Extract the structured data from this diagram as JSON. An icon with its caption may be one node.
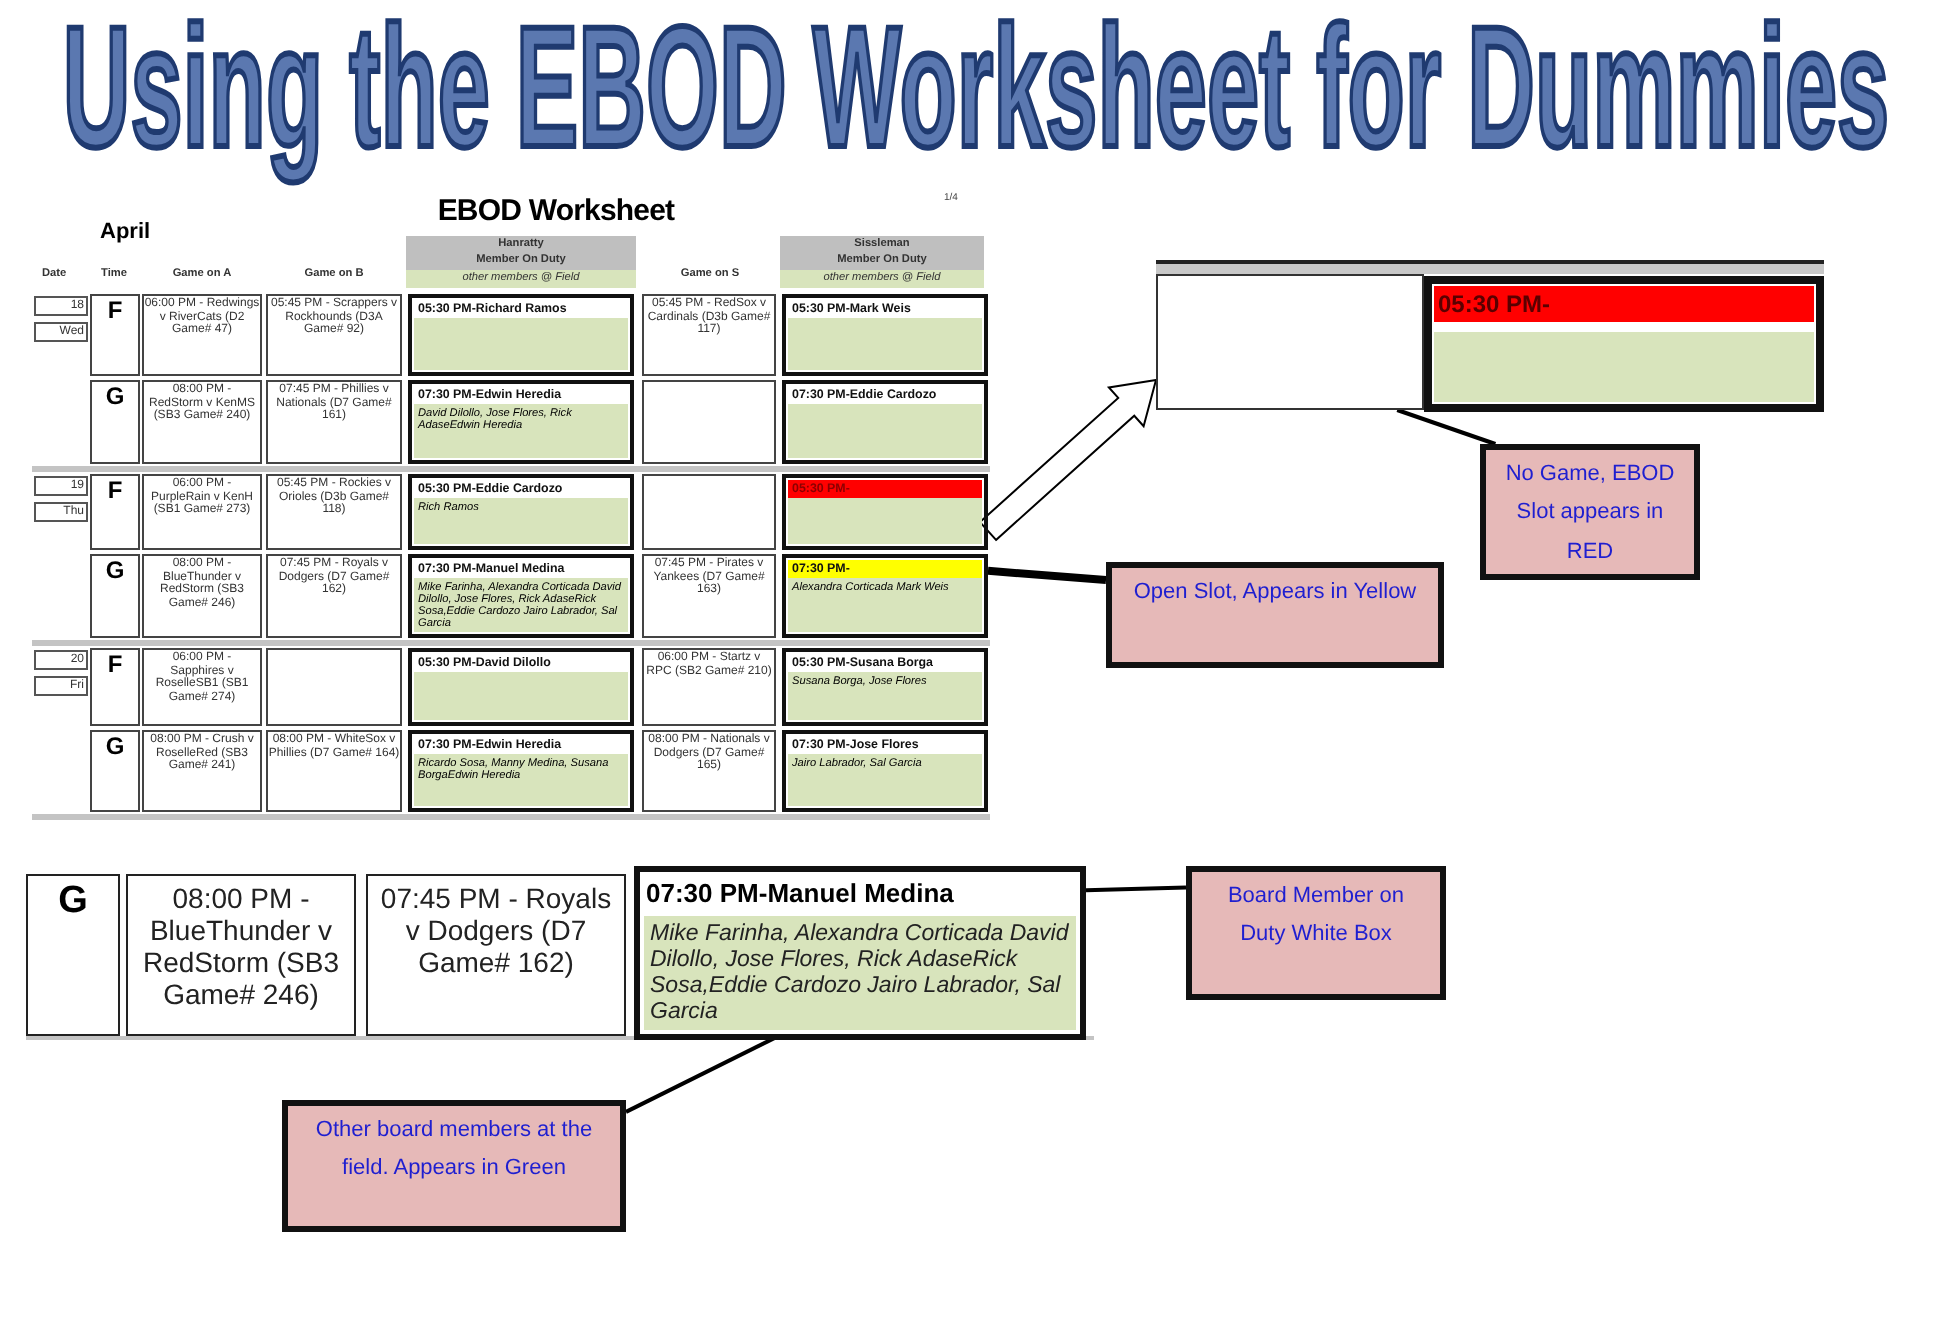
{
  "diagram": {
    "title": "Using the EBOD Worksheet for Dummies",
    "nodes": [
      {
        "text": [
          "05:30 PM-Richard Ramos"
        ]
      },
      {
        "text": [
          "05:30 PM-Mark Weis"
        ]
      },
      {
        "text": [
          "07:30 PM-Edwin Heredia",
          "David Dilollo, Jose Flores, Rick AdaseEdwin Heredia"
        ]
      },
      {
        "text": [
          "07:30 PM-Eddie Cardozo"
        ]
      },
      {
        "text": [
          "05:30 PM-Eddie Cardozo",
          "Rich Ramos"
        ]
      },
      {
        "text": [
          "05:30 PM-"
        ]
      },
      {
        "text": [
          "07:30 PM-Manuel Medina",
          "Mike Farinha, Alexandra Corticada David Dilollo, Jose Flores, Rick AdaseRick Sosa,Eddie Cardozo Jairo Labrador, Sal Garcia"
        ]
      },
      {
        "text": [
          "07:30 PM-",
          "Alexandra Corticada Mark Weis"
        ]
      },
      {
        "text": [
          "05:30 PM-David Dilollo"
        ]
      },
      {
        "text": [
          "05:30 PM-Susana Borga",
          "Susana Borga, Jose Flores"
        ]
      },
      {
        "text": [
          "07:30 PM-Edwin Heredia",
          "Ricardo Sosa, Manny Medina, Susana BorgaEdwin Heredia"
        ]
      },
      {
        "text": [
          "07:30 PM-Jose Flores",
          "Jairo Labrador, Sal Garcia"
        ]
      },
      {
        "text": [],
        "shape": "box"
      },
      {
        "text": [
          "05:30 PM-"
        ]
      },
      {
        "text": [
          "No Game, EBOD Slot appears in RED"
        ]
      },
      {
        "text": [
          "Open Slot, Appears in Yellow"
        ]
      },
      {
        "text": [
          "07:30 PM-Manuel Medina"
        ]
      },
      {
        "text": [
          "Mike Farinha, Alexandra Corticada David Dilollo, Jose Flores, Rick AdaseRick Sosa,Eddie Cardozo Jairo Labrador, Sal Garcia"
        ],
        "in": 16
      },
      {
        "text": [
          "Board Member on Duty White Box"
        ]
      },
      {
        "text": [
          "Other board members at the field. Appears in Green"
        ]
      }
    ],
    "edges": [
      {
        "from": 5,
        "to": 12,
        "arrow": "to"
      },
      {
        "from": 14,
        "to": 12,
        "arrow": "none"
      },
      {
        "from": 15,
        "to": 7,
        "arrow": "none",
        "style": "thick"
      },
      {
        "from": 18,
        "to": 16,
        "arrow": "none"
      },
      {
        "from": 19,
        "to": 17,
        "arrow": "none"
      }
    ],
    "labels": [
      "EBOD Worksheet",
      "1/4",
      "April",
      "Hanratty",
      "Member On Duty",
      "other members @ Field",
      "Sissleman",
      "Member On Duty",
      "other members @ Field",
      "Date",
      "Time",
      "Game on A",
      "Game on B",
      "Game on S",
      "18",
      "Wed",
      "F",
      "06:00 PM - Redwings v RiverCats (D2 Game# 47)",
      "05:45 PM - Scrappers v Rockhounds (D3A Game# 92)",
      "05:45 PM - RedSox v Cardinals (D3b Game# 117)",
      "G",
      "08:00 PM - RedStorm v KenMS (SB3 Game# 240)",
      "07:45 PM - Phillies v Nationals (D7 Game# 161)",
      "19",
      "Thu",
      "F",
      "06:00 PM - PurpleRain v KenH (SB1 Game# 273)",
      "05:45 PM - Rockies v Orioles (D3b Game# 118)",
      "G",
      "08:00 PM - BlueThunder v RedStorm (SB3 Game# 246)",
      "07:45 PM - Royals v Dodgers (D7 Game# 162)",
      "07:45 PM - Pirates v Yankees (D7 Game# 163)",
      "20",
      "Fri",
      "F",
      "06:00 PM - Sapphires v RoselleSB1 (SB1 Game# 274)",
      "06:00 PM - Startz v RPC (SB2 Game# 210)",
      "G",
      "08:00 PM - Crush v RoselleRed (SB3 Game# 241)",
      "08:00 PM - WhiteSox v Phillies (D7 Game# 164)",
      "08:00 PM - Nationals v Dodgers (D7 Game# 165)",
      "G",
      "08:00 PM - BlueThunder v RedStorm (SB3 Game# 246)",
      "07:45 PM - Royals v Dodgers (D7 Game# 162)"
    ]
  }
}
